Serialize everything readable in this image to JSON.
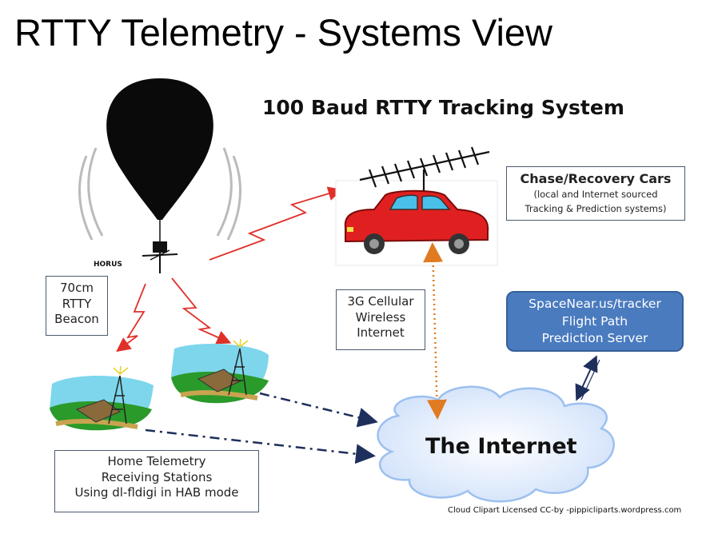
{
  "slide": {
    "title": "RTTY Telemetry - Systems View",
    "diagram_title": "100 Baud RTTY Tracking System"
  },
  "balloon": {
    "payload_label": "HORUS"
  },
  "beacon": {
    "lines": [
      "70cm",
      "RTTY",
      "Beacon"
    ]
  },
  "chase": {
    "heading": "Chase/Recovery Cars",
    "sub_lines": [
      "(local and Internet sourced",
      "Tracking & Prediction systems)"
    ]
  },
  "cellular": {
    "lines": [
      "3G Cellular",
      "Wireless",
      "Internet"
    ]
  },
  "server": {
    "lines": [
      "SpaceNear.us/tracker",
      "Flight Path",
      "Prediction Server"
    ]
  },
  "internet": {
    "label": "The Internet"
  },
  "home": {
    "lines": [
      "Home Telemetry",
      "Receiving Stations",
      "Using dl-fldigi in HAB mode"
    ]
  },
  "credit": "Cloud Clipart Licensed CC-by -pippicliparts.wordpress.com",
  "colors": {
    "radio_link": "#e0302a",
    "cellular_link": "#e07b22",
    "data_link": "#1f2f5c",
    "server_fill": "#4a7bbf",
    "cloud_fill": "#dce8fb",
    "car_body": "#e02020"
  }
}
